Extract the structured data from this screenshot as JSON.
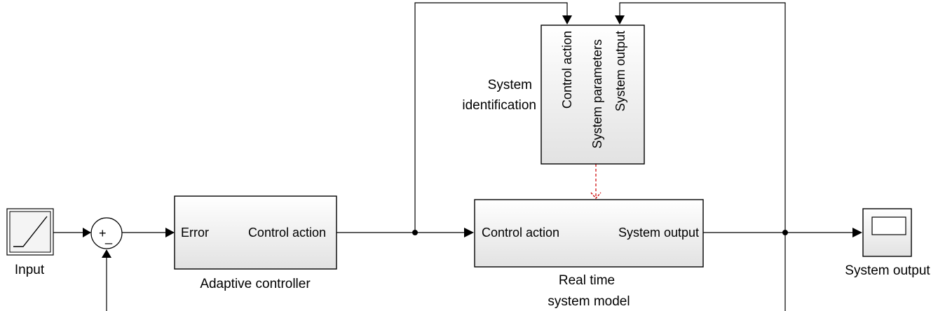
{
  "blocks": {
    "input": {
      "label": "Input"
    },
    "sum": {
      "plus": "+",
      "minus": "_"
    },
    "controller": {
      "label": "Adaptive controller",
      "in_port": "Error",
      "out_port": "Control action"
    },
    "model": {
      "label_line1": "Real time",
      "label_line2": "system model",
      "in_port": "Control action",
      "out_port": "System output"
    },
    "identification": {
      "label_line1": "System",
      "label_line2": "identification",
      "port1": "Control action",
      "port2": "System parameters",
      "port3": "System output"
    },
    "scope": {
      "label": "System output"
    }
  },
  "colors": {
    "block_fill_top": "#ffffff",
    "block_fill_bottom": "#e2e2e2",
    "param_link": "#cc0000"
  }
}
